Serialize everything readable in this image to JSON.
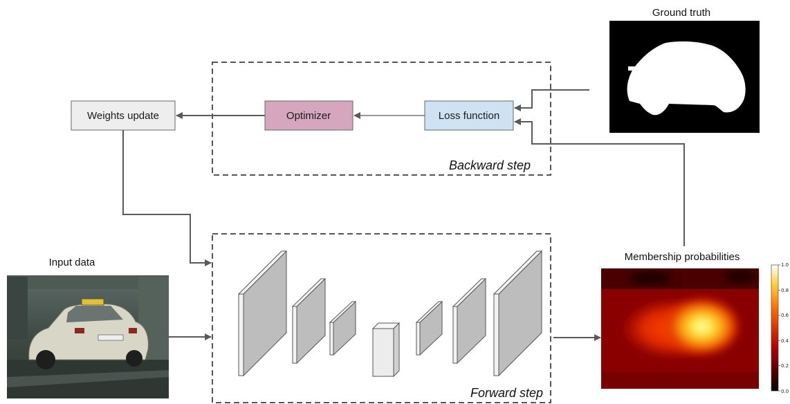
{
  "captions": {
    "ground_truth": "Ground truth",
    "input_data": "Input data",
    "membership": "Membership probabilities"
  },
  "boxes": {
    "weights_update": "Weights update",
    "optimizer": "Optimizer",
    "loss_function": "Loss function"
  },
  "steps": {
    "backward": "Backward step",
    "forward": "Forward step"
  },
  "colorbar": {
    "ticks": [
      "1.0",
      "0.8",
      "0.6",
      "0.4",
      "0.2",
      "0.0"
    ]
  },
  "colors": {
    "weights_update_fill": "#eeeeee",
    "optimizer_fill": "#d5a6bd",
    "loss_function_fill": "#cfe2f3",
    "arrow": "#595959",
    "dashed_border": "#555555"
  }
}
